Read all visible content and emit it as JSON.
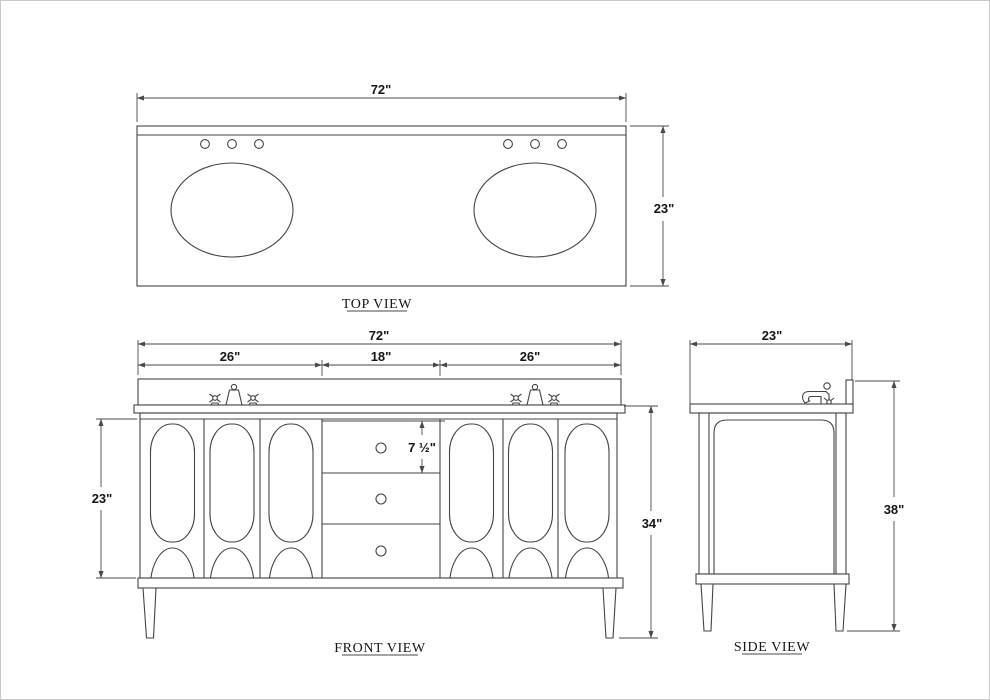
{
  "drawing": {
    "line_color": "#444444",
    "background_color": "#ffffff",
    "views": {
      "top": {
        "label": "TOP VIEW",
        "dims": {
          "width": "72\"",
          "depth": "23\""
        }
      },
      "front": {
        "label": "FRONT VIEW",
        "dims": {
          "width": "72\"",
          "left_section": "26\"",
          "center_section": "18\"",
          "right_section": "26\"",
          "drawer_height": "7 ½\"",
          "cabinet_height": "23\"",
          "total_height": "34\""
        }
      },
      "side": {
        "label": "SIDE VIEW",
        "dims": {
          "depth": "23\"",
          "total_height": "38\""
        }
      }
    }
  }
}
